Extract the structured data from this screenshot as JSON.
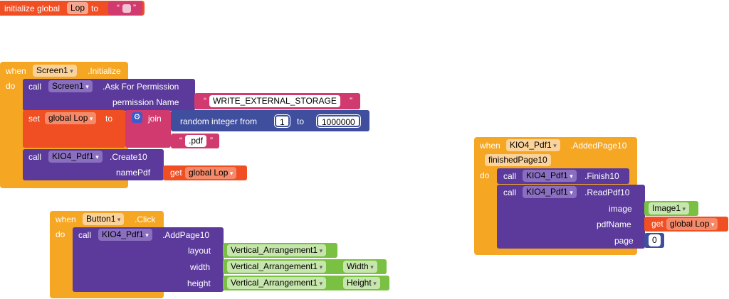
{
  "global_init": {
    "prefix": "initialize global",
    "name": "Lop",
    "to": "to",
    "string_value": ""
  },
  "screen_init": {
    "when": "when",
    "component": "Screen1",
    "event": ".Initialize",
    "do": "do",
    "ask": {
      "call": "call",
      "component": "Screen1",
      "method": ".Ask For Permission",
      "param_label": "permission Name",
      "param_value": "WRITE_EXTERNAL_STORAGE"
    },
    "set": {
      "set": "set",
      "var": "global Lop",
      "to": "to",
      "join": "join",
      "random_label": "random integer from",
      "from_value": "1",
      "to_label": "to",
      "to_value": "1000000",
      "suffix": ".pdf"
    },
    "create": {
      "call": "call",
      "component": "KIO4_Pdf1",
      "method": ".Create10",
      "param_label": "namePdf",
      "get": "get",
      "get_var": "global Lop"
    }
  },
  "button_click": {
    "when": "when",
    "component": "Button1",
    "event": ".Click",
    "do": "do",
    "call": "call",
    "target": "KIO4_Pdf1",
    "method": ".AddPage10",
    "layout_label": "layout",
    "layout_value": "Vertical_Arrangement1",
    "width_label": "width",
    "width_component": "Vertical_Arrangement1",
    "width_prop": "Width",
    "height_label": "height",
    "height_component": "Vertical_Arrangement1",
    "height_prop": "Height"
  },
  "added_page": {
    "when": "when",
    "component": "KIO4_Pdf1",
    "event": ".AddedPage10",
    "param": "finishedPage10",
    "do": "do",
    "finish": {
      "call": "call",
      "component": "KIO4_Pdf1",
      "method": ".Finish10"
    },
    "read": {
      "call": "call",
      "component": "KIO4_Pdf1",
      "method": ".ReadPdf10",
      "image_label": "image",
      "image_value": "Image1",
      "pdfname_label": "pdfName",
      "get": "get",
      "get_var": "global Lop",
      "page_label": "page",
      "page_value": "0"
    }
  }
}
